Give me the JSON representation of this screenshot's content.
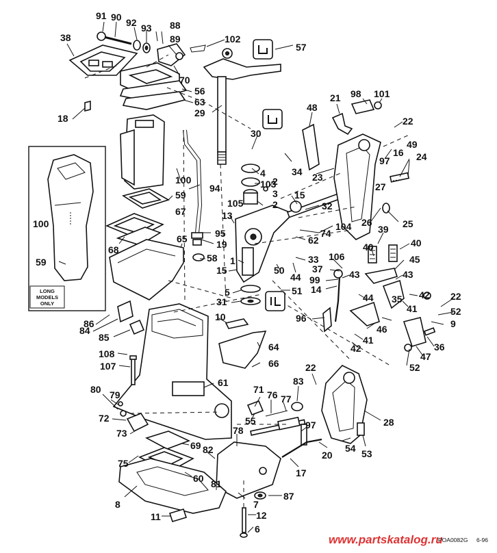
{
  "callouts": [
    {
      "id": "91",
      "text": "91"
    },
    {
      "id": "90",
      "text": "90"
    },
    {
      "id": "92",
      "text": "92"
    },
    {
      "id": "93",
      "text": "93"
    },
    {
      "id": "88",
      "text": "88"
    },
    {
      "id": "89",
      "text": "89"
    },
    {
      "id": "102",
      "text": "102"
    },
    {
      "id": "57",
      "text": "57"
    },
    {
      "id": "38",
      "text": "38"
    },
    {
      "id": "70",
      "text": "70"
    },
    {
      "id": "56",
      "text": "56"
    },
    {
      "id": "63",
      "text": "63"
    },
    {
      "id": "18",
      "text": "18"
    },
    {
      "id": "29",
      "text": "29"
    },
    {
      "id": "98",
      "text": "98"
    },
    {
      "id": "101",
      "text": "101"
    },
    {
      "id": "21",
      "text": "21"
    },
    {
      "id": "48",
      "text": "48"
    },
    {
      "id": "22a",
      "text": "22"
    },
    {
      "id": "30",
      "text": "30"
    },
    {
      "id": "49",
      "text": "49"
    },
    {
      "id": "16",
      "text": "16"
    },
    {
      "id": "24",
      "text": "24"
    },
    {
      "id": "97a",
      "text": "97"
    },
    {
      "id": "4",
      "text": "4"
    },
    {
      "id": "34",
      "text": "34"
    },
    {
      "id": "23",
      "text": "23"
    },
    {
      "id": "100a",
      "text": "100"
    },
    {
      "id": "103",
      "text": "103"
    },
    {
      "id": "2a",
      "text": "2"
    },
    {
      "id": "3",
      "text": "3"
    },
    {
      "id": "27",
      "text": "27"
    },
    {
      "id": "94",
      "text": "94"
    },
    {
      "id": "59a",
      "text": "59"
    },
    {
      "id": "15a",
      "text": "15"
    },
    {
      "id": "2b",
      "text": "2"
    },
    {
      "id": "105",
      "text": "105"
    },
    {
      "id": "32",
      "text": "32"
    },
    {
      "id": "67",
      "text": "67"
    },
    {
      "id": "100b",
      "text": "100"
    },
    {
      "id": "13",
      "text": "13"
    },
    {
      "id": "25",
      "text": "25"
    },
    {
      "id": "26",
      "text": "26"
    },
    {
      "id": "104",
      "text": "104"
    },
    {
      "id": "39",
      "text": "39"
    },
    {
      "id": "74",
      "text": "74"
    },
    {
      "id": "62",
      "text": "62"
    },
    {
      "id": "95",
      "text": "95"
    },
    {
      "id": "65",
      "text": "65"
    },
    {
      "id": "68",
      "text": "68"
    },
    {
      "id": "19",
      "text": "19"
    },
    {
      "id": "40a",
      "text": "40"
    },
    {
      "id": "40b",
      "text": "40"
    },
    {
      "id": "58",
      "text": "58"
    },
    {
      "id": "106",
      "text": "106"
    },
    {
      "id": "59b",
      "text": "59"
    },
    {
      "id": "1",
      "text": "1"
    },
    {
      "id": "15b",
      "text": "15"
    },
    {
      "id": "33",
      "text": "33"
    },
    {
      "id": "45",
      "text": "45"
    },
    {
      "id": "37",
      "text": "37"
    },
    {
      "id": "50",
      "text": "50"
    },
    {
      "id": "44a",
      "text": "44"
    },
    {
      "id": "43a",
      "text": "43"
    },
    {
      "id": "43b",
      "text": "43"
    },
    {
      "id": "99",
      "text": "99"
    },
    {
      "id": "14",
      "text": "14"
    },
    {
      "id": "51",
      "text": "51"
    },
    {
      "id": "5",
      "text": "5"
    },
    {
      "id": "31",
      "text": "31"
    },
    {
      "id": "42a",
      "text": "42"
    },
    {
      "id": "44b",
      "text": "44"
    },
    {
      "id": "22b",
      "text": "22"
    },
    {
      "id": "52a",
      "text": "52"
    },
    {
      "id": "41a",
      "text": "41"
    },
    {
      "id": "35",
      "text": "35"
    },
    {
      "id": "86",
      "text": "86"
    },
    {
      "id": "10",
      "text": "10"
    },
    {
      "id": "96",
      "text": "96"
    },
    {
      "id": "9",
      "text": "9"
    },
    {
      "id": "84",
      "text": "84"
    },
    {
      "id": "85",
      "text": "85"
    },
    {
      "id": "46",
      "text": "46"
    },
    {
      "id": "64",
      "text": "64"
    },
    {
      "id": "41b",
      "text": "41"
    },
    {
      "id": "36",
      "text": "36"
    },
    {
      "id": "42b",
      "text": "42"
    },
    {
      "id": "108",
      "text": "108"
    },
    {
      "id": "66",
      "text": "66"
    },
    {
      "id": "47",
      "text": "47"
    },
    {
      "id": "107",
      "text": "107"
    },
    {
      "id": "52b",
      "text": "52"
    },
    {
      "id": "22c",
      "text": "22"
    },
    {
      "id": "61",
      "text": "61"
    },
    {
      "id": "80",
      "text": "80"
    },
    {
      "id": "83",
      "text": "83"
    },
    {
      "id": "79",
      "text": "79"
    },
    {
      "id": "71",
      "text": "71"
    },
    {
      "id": "76",
      "text": "76"
    },
    {
      "id": "77",
      "text": "77"
    },
    {
      "id": "72",
      "text": "72"
    },
    {
      "id": "55",
      "text": "55"
    },
    {
      "id": "28",
      "text": "28"
    },
    {
      "id": "73",
      "text": "73"
    },
    {
      "id": "97b",
      "text": "97"
    },
    {
      "id": "78",
      "text": "78"
    },
    {
      "id": "69",
      "text": "69"
    },
    {
      "id": "82",
      "text": "82"
    },
    {
      "id": "54",
      "text": "54"
    },
    {
      "id": "20",
      "text": "20"
    },
    {
      "id": "53",
      "text": "53"
    },
    {
      "id": "75",
      "text": "75"
    },
    {
      "id": "17",
      "text": "17"
    },
    {
      "id": "60",
      "text": "60"
    },
    {
      "id": "81",
      "text": "81"
    },
    {
      "id": "8",
      "text": "8"
    },
    {
      "id": "87",
      "text": "87"
    },
    {
      "id": "7",
      "text": "7"
    },
    {
      "id": "11",
      "text": "11"
    },
    {
      "id": "12",
      "text": "12"
    },
    {
      "id": "6",
      "text": "6"
    }
  ],
  "inset": {
    "note_line1": "LONG",
    "note_line2": "MODELS",
    "note_line3": "ONLY"
  },
  "footer": {
    "watermark": "www.partskatalog.ru",
    "code": "POA0082G",
    "date": "6-96"
  },
  "colors": {
    "watermark": "#dd3333",
    "ink": "#111111"
  },
  "icons": [
    "lubricant-icon",
    "lubricant-icon",
    "sealer-icon"
  ]
}
